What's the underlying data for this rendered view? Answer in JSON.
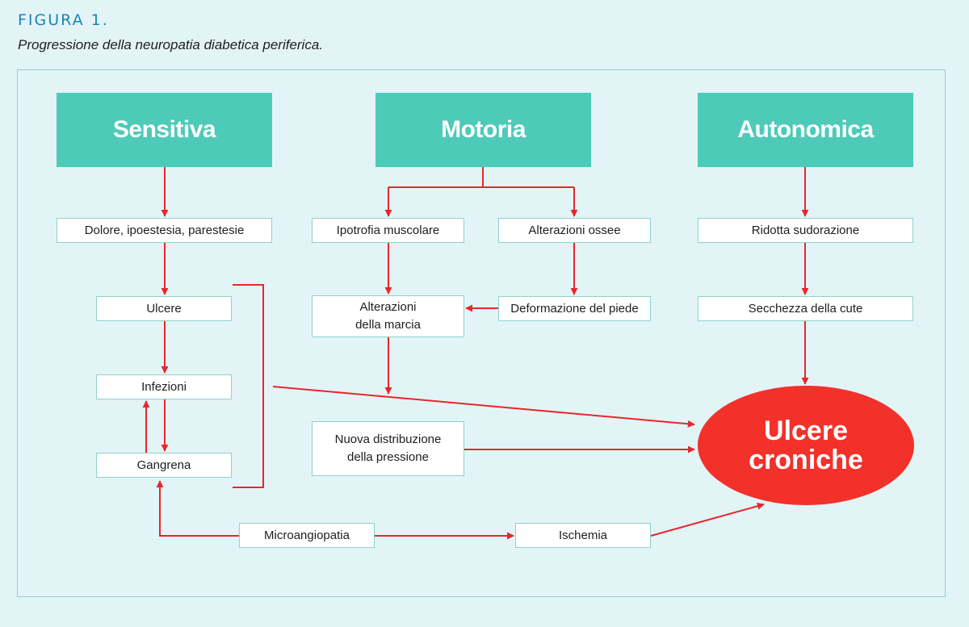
{
  "figure": {
    "label": "FIGURA 1.",
    "caption": "Progressione della neuropatia diabetica periferica."
  },
  "colors": {
    "header_bg": "#4ecab9",
    "arrow": "#e8262c",
    "oval": "#f2312a",
    "node_border": "#8fd3c9",
    "background": "#e3f4f7"
  },
  "headers": {
    "sensitiva": "Sensitiva",
    "motoria": "Motoria",
    "autonomica": "Autonomica"
  },
  "nodes": {
    "dolore": "Dolore, ipoestesia, parestesie",
    "ulcere": "Ulcere",
    "infezioni": "Infezioni",
    "gangrena": "Gangrena",
    "ipotrofia": "Ipotrofia muscolare",
    "alterazioni_ossee": "Alterazioni ossee",
    "alterazioni_marcia": "Alterazioni\ndella marcia",
    "deformazione": "Deformazione del piede",
    "nuova_distribuzione": "Nuova distribuzione\ndella pressione",
    "ridotta_sudorazione": "Ridotta sudorazione",
    "secchezza": "Secchezza della cute",
    "microangiopatia": "Microangiopatia",
    "ischemia": "Ischemia"
  },
  "outcome": "Ulcere\ncroniche"
}
